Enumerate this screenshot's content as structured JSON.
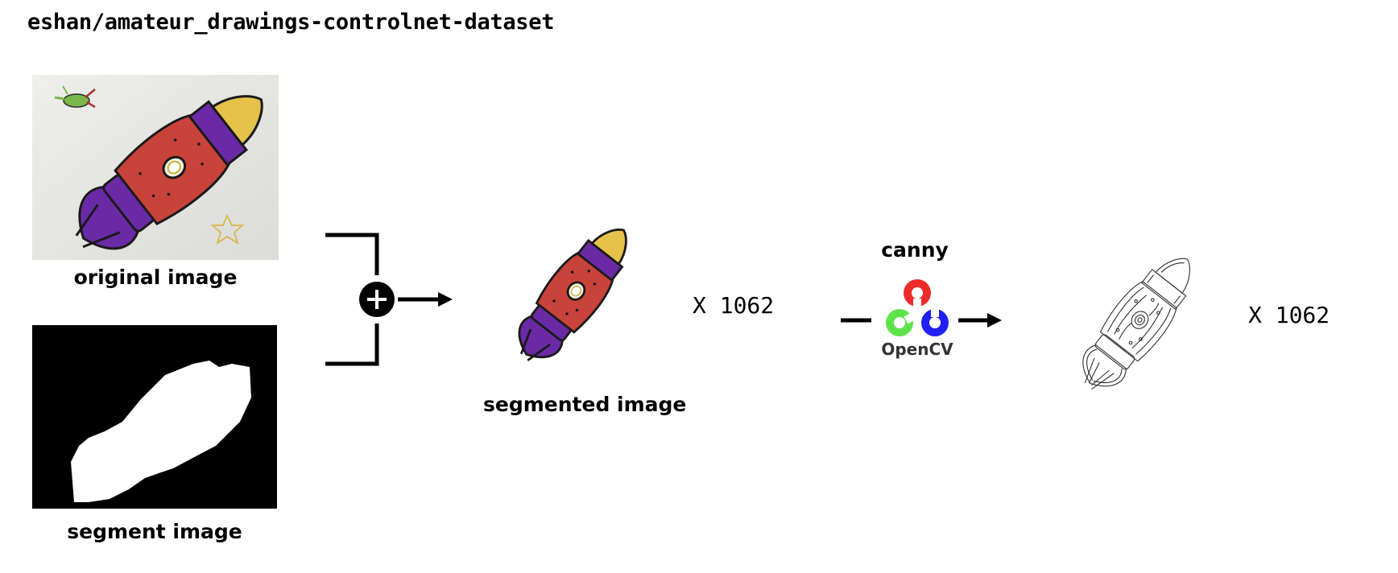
{
  "title": "eshan/amateur_drawings-controlnet-dataset",
  "captions": {
    "original": "original image",
    "segment": "segment image",
    "segmented": "segmented image",
    "canny": "canny"
  },
  "opencv_logo_text": "OpenCV",
  "counts": {
    "segmented": "X 1062",
    "canny": "X 1062"
  },
  "colors": {
    "rocket_body": "#c8433a",
    "rocket_purple": "#6a2aa6",
    "rocket_nose": "#e6c24a",
    "paper": "#e9eae6",
    "opencv_red": "#ee2b2b",
    "opencv_green": "#5fe34a",
    "opencv_blue": "#2020f0"
  },
  "icons": [
    "plus-icon",
    "arrow-icon",
    "opencv-logo"
  ]
}
